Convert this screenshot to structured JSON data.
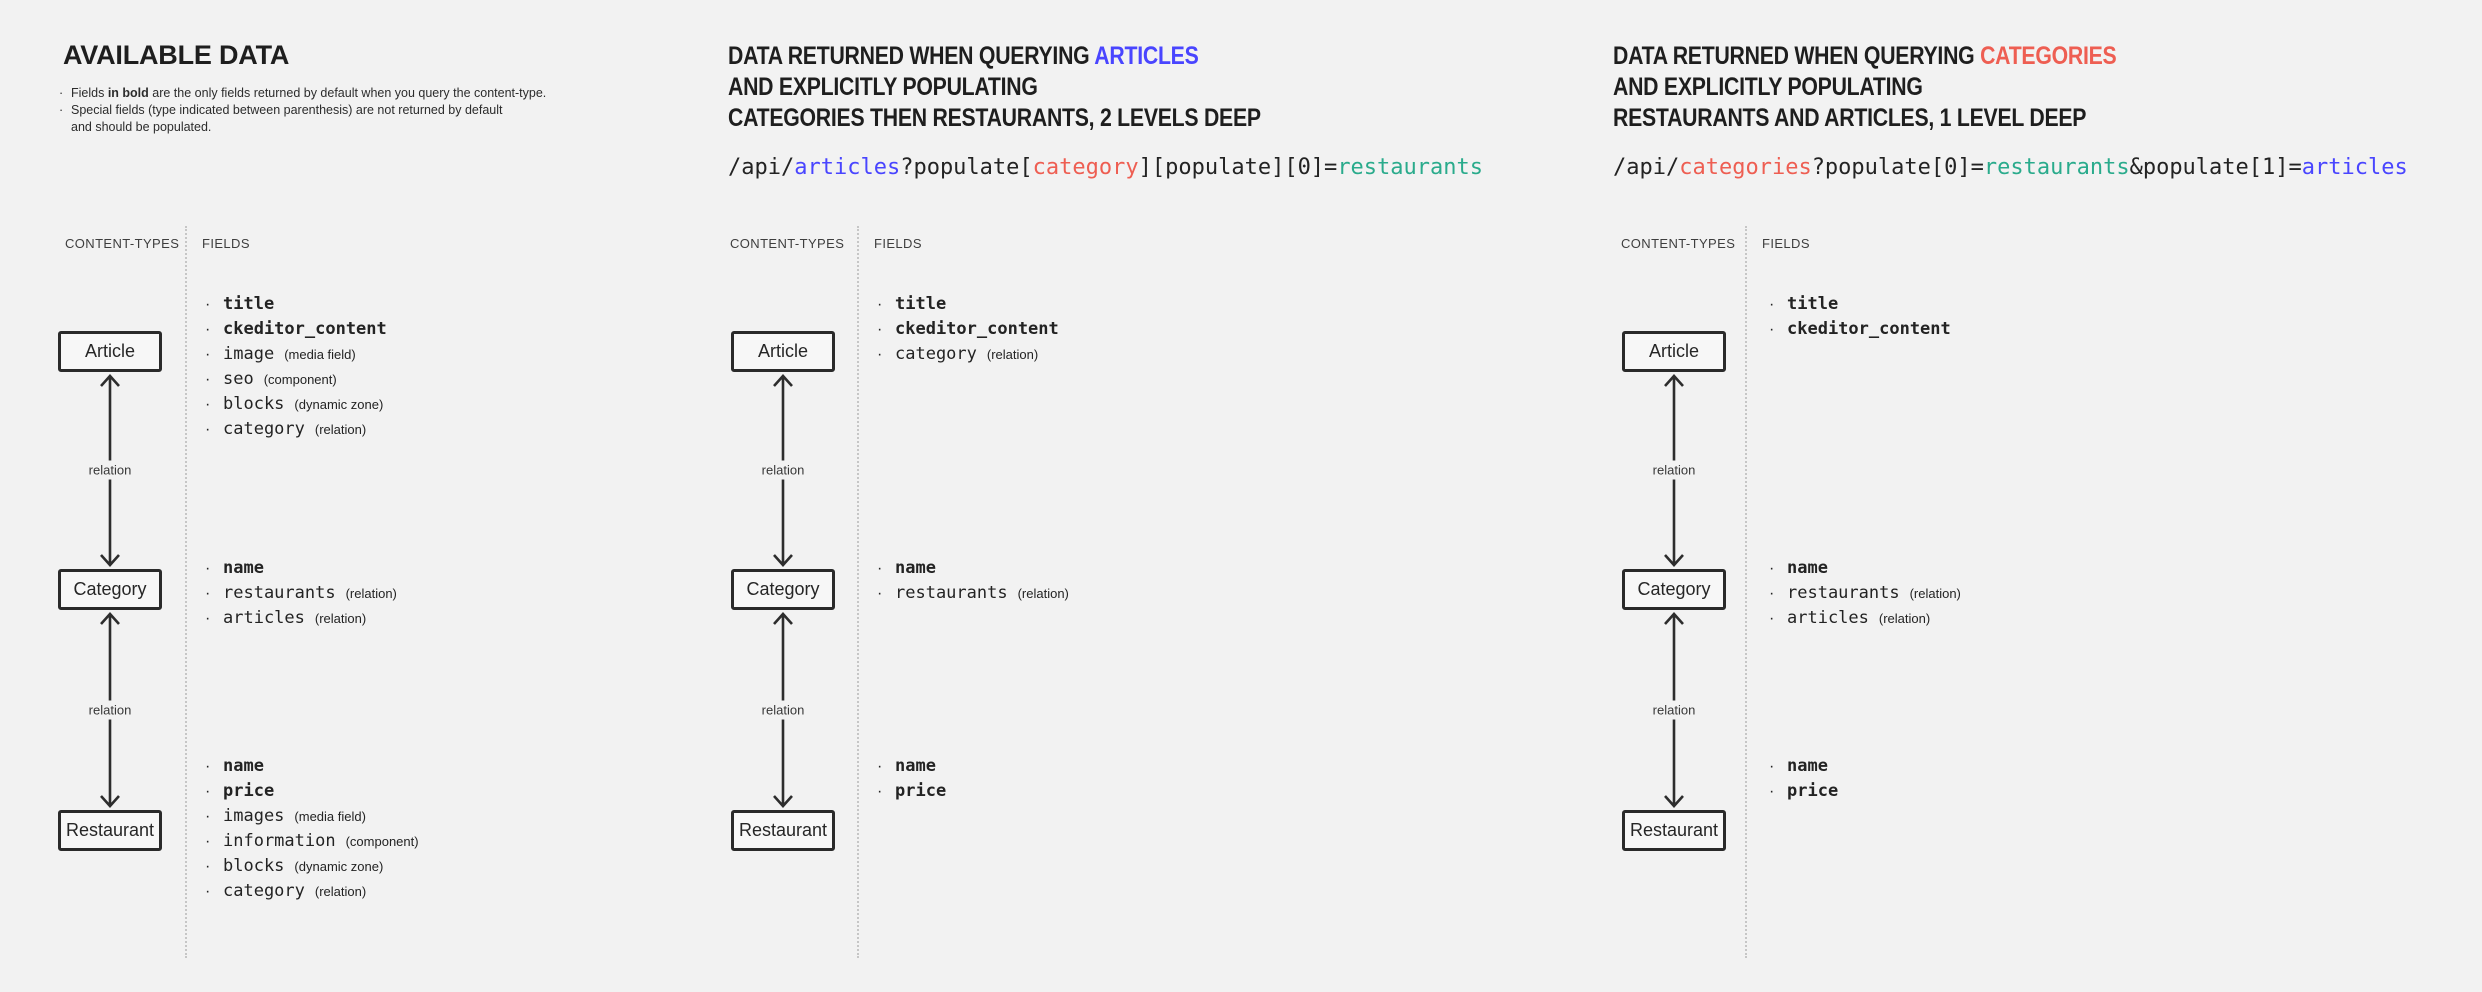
{
  "colors": {
    "blue": "#4945ff",
    "red": "#ee5e52",
    "teal": "#2aab8c",
    "ink": "#1f1f1f",
    "background": "#f2f2f2"
  },
  "shared": {
    "content_types_label": "CONTENT-TYPES",
    "fields_label": "FIELDS",
    "relation_label": "relation"
  },
  "panel1": {
    "title": "AVAILABLE DATA",
    "note1_pre": "Fields ",
    "note1_bold": "in bold",
    "note1_post": " are the only fields returned by default when you query the content-type.",
    "note2_line1": "Special fields (type indicated between parenthesis) are not returned by default",
    "note2_line2": "and should be populated.",
    "boxes": {
      "article": "Article",
      "category": "Category",
      "restaurant": "Restaurant"
    },
    "article_fields": [
      {
        "name": "title",
        "type": ""
      },
      {
        "name": "ckeditor_content",
        "type": ""
      },
      {
        "name": "image",
        "type": "(media field)"
      },
      {
        "name": "seo",
        "type": "(component)"
      },
      {
        "name": "blocks",
        "type": "(dynamic zone)"
      },
      {
        "name": "category",
        "type": "(relation)"
      }
    ],
    "category_fields": [
      {
        "name": "name",
        "type": ""
      },
      {
        "name": "restaurants",
        "type": "(relation)"
      },
      {
        "name": "articles",
        "type": "(relation)"
      }
    ],
    "restaurant_fields": [
      {
        "name": "name",
        "type": ""
      },
      {
        "name": "price",
        "type": ""
      },
      {
        "name": "images",
        "type": "(media field)"
      },
      {
        "name": "information",
        "type": "(component)"
      },
      {
        "name": "blocks",
        "type": "(dynamic zone)"
      },
      {
        "name": "category",
        "type": "(relation)"
      }
    ]
  },
  "panel2": {
    "title_line1_pre": "DATA RETURNED WHEN QUERYING ",
    "title_line1_highlight": "ARTICLES",
    "title_line2": "AND EXPLICITLY POPULATING",
    "title_line3": "CATEGORIES THEN RESTAURANTS, 2 LEVELS DEEP",
    "code": [
      {
        "t": "/api/"
      },
      {
        "t": "articles"
      },
      {
        "t": "?populate["
      },
      {
        "t": "category"
      },
      {
        "t": "][populate][0]="
      },
      {
        "t": "restaurants"
      }
    ],
    "boxes": {
      "article": "Article",
      "category": "Category",
      "restaurant": "Restaurant"
    },
    "article_fields": [
      {
        "name": "title",
        "type": ""
      },
      {
        "name": "ckeditor_content",
        "type": ""
      },
      {
        "name": "category",
        "type": "(relation)"
      }
    ],
    "category_fields": [
      {
        "name": "name",
        "type": ""
      },
      {
        "name": "restaurants",
        "type": "(relation)"
      }
    ],
    "restaurant_fields": [
      {
        "name": "name",
        "type": ""
      },
      {
        "name": "price",
        "type": ""
      }
    ]
  },
  "panel3": {
    "title_line1_pre": "DATA RETURNED WHEN QUERYING ",
    "title_line1_highlight": "CATEGORIES",
    "title_line2": "AND EXPLICITLY POPULATING",
    "title_line3": "RESTAURANTS AND ARTICLES, 1 LEVEL DEEP",
    "code": [
      {
        "t": "/api/"
      },
      {
        "t": "categories"
      },
      {
        "t": "?populate[0]="
      },
      {
        "t": "restaurants"
      },
      {
        "t": "&populate[1]="
      },
      {
        "t": "articles"
      }
    ],
    "boxes": {
      "article": "Article",
      "category": "Category",
      "restaurant": "Restaurant"
    },
    "article_fields": [
      {
        "name": "title",
        "type": ""
      },
      {
        "name": "ckeditor_content",
        "type": ""
      }
    ],
    "category_fields": [
      {
        "name": "name",
        "type": ""
      },
      {
        "name": "restaurants",
        "type": "(relation)"
      },
      {
        "name": "articles",
        "type": "(relation)"
      }
    ],
    "restaurant_fields": [
      {
        "name": "name",
        "type": ""
      },
      {
        "name": "price",
        "type": ""
      }
    ]
  }
}
